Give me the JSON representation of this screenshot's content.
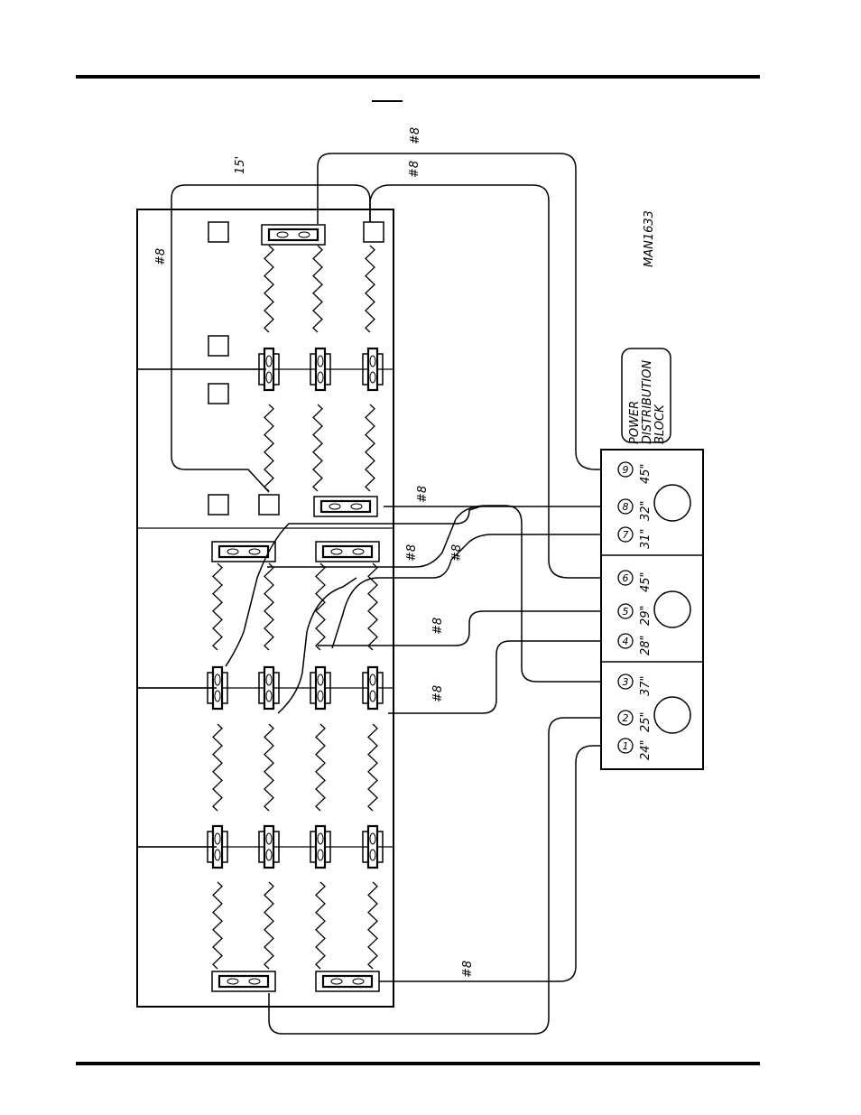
{
  "diagram": {
    "drawing_id": "MAN1633",
    "block_title": [
      "POWER",
      "DISTRIBUTION",
      "BLOCK"
    ],
    "cable_gauge": "#8",
    "jumper_length": "15'",
    "terminals": [
      {
        "num": "1",
        "length": "24\""
      },
      {
        "num": "2",
        "length": "25\""
      },
      {
        "num": "3",
        "length": "37\""
      },
      {
        "num": "4",
        "length": "28\""
      },
      {
        "num": "5",
        "length": "29\""
      },
      {
        "num": "6",
        "length": "45\""
      },
      {
        "num": "7",
        "length": "31\""
      },
      {
        "num": "8",
        "length": "32\""
      },
      {
        "num": "9",
        "length": "45\""
      }
    ]
  }
}
